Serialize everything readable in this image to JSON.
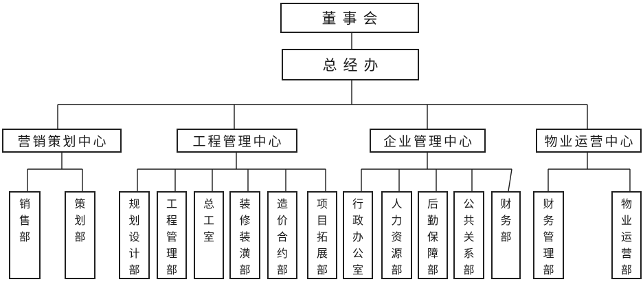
{
  "org": {
    "root": {
      "label": "董事会"
    },
    "general_office": {
      "label": "总经办"
    },
    "centers": [
      {
        "label": "营销策划中心",
        "departments": [
          "销售部",
          "策划部"
        ]
      },
      {
        "label": "工程管理中心",
        "departments": [
          "规划设计部",
          "工程管理部",
          "总工室",
          "装修装潢部",
          "造价合约部",
          "项目拓展部"
        ]
      },
      {
        "label": "企业管理中心",
        "departments": [
          "行政办公室",
          "人力资源部",
          "后勤保障部",
          "公共关系部",
          "财务部"
        ]
      },
      {
        "label": "物业运营中心",
        "departments": [
          "财务管理部",
          "物业运营部"
        ]
      }
    ]
  },
  "style": {
    "line_color": "#1a1a1a",
    "border_color": "#1f1f1f",
    "background": "#ffffff"
  }
}
